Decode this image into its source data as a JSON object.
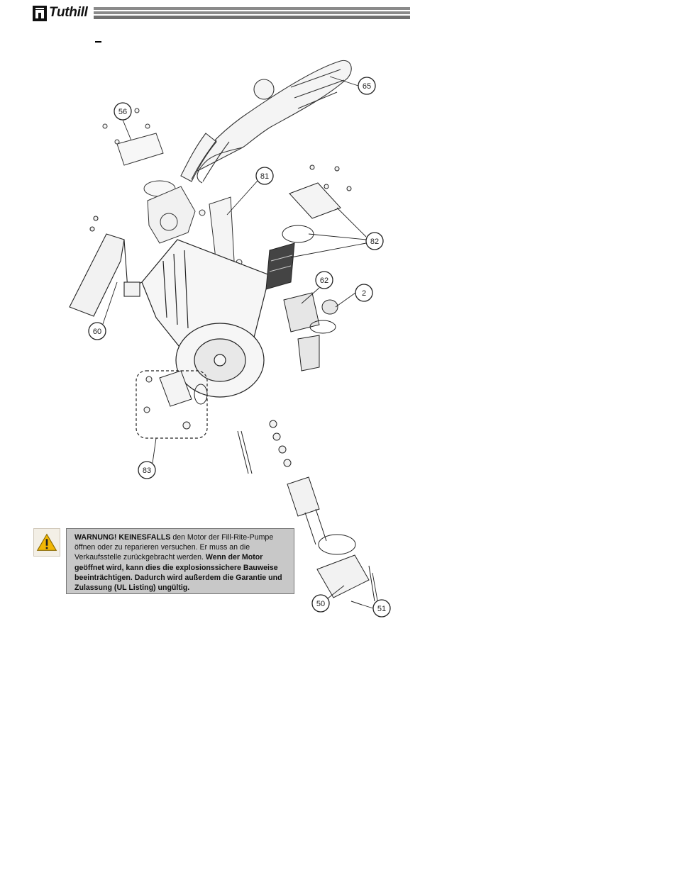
{
  "header": {
    "brand": "Tuthill"
  },
  "diagram": {
    "callouts": [
      "65",
      "56",
      "81",
      "82",
      "62",
      "2",
      "60",
      "83",
      "50",
      "51"
    ]
  },
  "warning": {
    "p1_bold": "WARNUNG! KEINESFALLS",
    "p1": " den Motor der Fill-Rite-Pumpe öffnen oder zu reparieren versuchen. Er muss an die Verkaufsstelle zurückgebracht werden. ",
    "p2_bold": "Wenn der Motor geöffnet wird, kann dies die explosionssichere Bauweise beeinträchtigen. Dadurch wird außerdem die Garantie und Zulassung (UL Listing) ungültig."
  }
}
